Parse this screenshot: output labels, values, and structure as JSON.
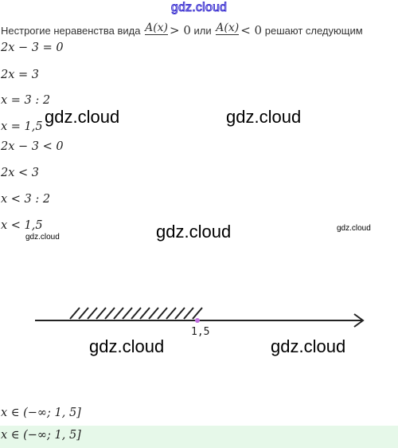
{
  "brand": "gdz.cloud",
  "intro": {
    "text_before": "Нестрогие неравенства вида",
    "frac_num": "A(x)",
    "rel1": "> 0",
    "middle": "или",
    "rel2": "< 0",
    "text_after": "решают следующим"
  },
  "steps": [
    "2x − 3 = 0",
    "2x = 3",
    "x = 3 : 2",
    "x = 1,5",
    "2x − 3 < 0",
    "2x < 3",
    "x < 3 : 2",
    "x < 1,5"
  ],
  "watermarks": {
    "w1": "gdz.cloud",
    "w2": "gdz.cloud",
    "w3": "gdz.cloud",
    "w4": "gdz.cloud",
    "w5": "gdz.cloud",
    "w6": "gdz.cloud",
    "w7": "gdz.cloud",
    "w8": "gdz.cloud"
  },
  "number_line": {
    "point_label": "1,5",
    "point_color": "#c070e0",
    "line_color": "#222222"
  },
  "answers": [
    "x ∈ (−∞; 1, 5]",
    "x ∈ (−∞; 1, 5]"
  ],
  "colors": {
    "brand_stroke": "#3a2fd0",
    "answer_highlight": "#e6f8e9"
  }
}
